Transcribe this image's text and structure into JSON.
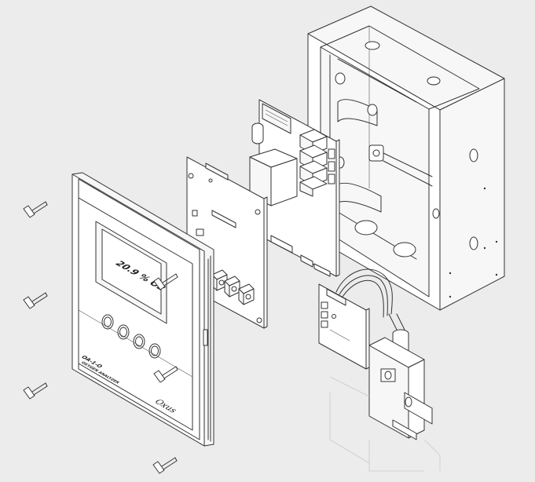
{
  "diagram": {
    "display_reading": "20.9 % O2",
    "model_label": "OA-1-O",
    "product_label": "OXYGEN ANALYZER",
    "brand_logo": "Oxus"
  },
  "colors": {
    "background": "#ececec",
    "line": "#333333"
  }
}
